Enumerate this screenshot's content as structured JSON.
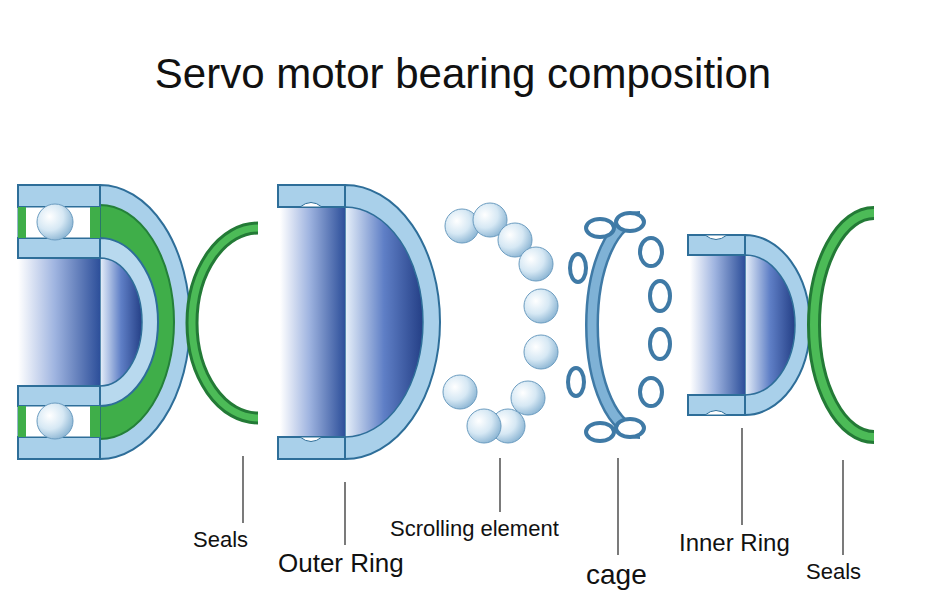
{
  "diagram": {
    "title": "Servo motor bearing composition",
    "labels": [
      "Seals",
      "Outer Ring",
      "Scrolling element",
      "cage",
      "Inner Ring",
      "Seals"
    ]
  }
}
